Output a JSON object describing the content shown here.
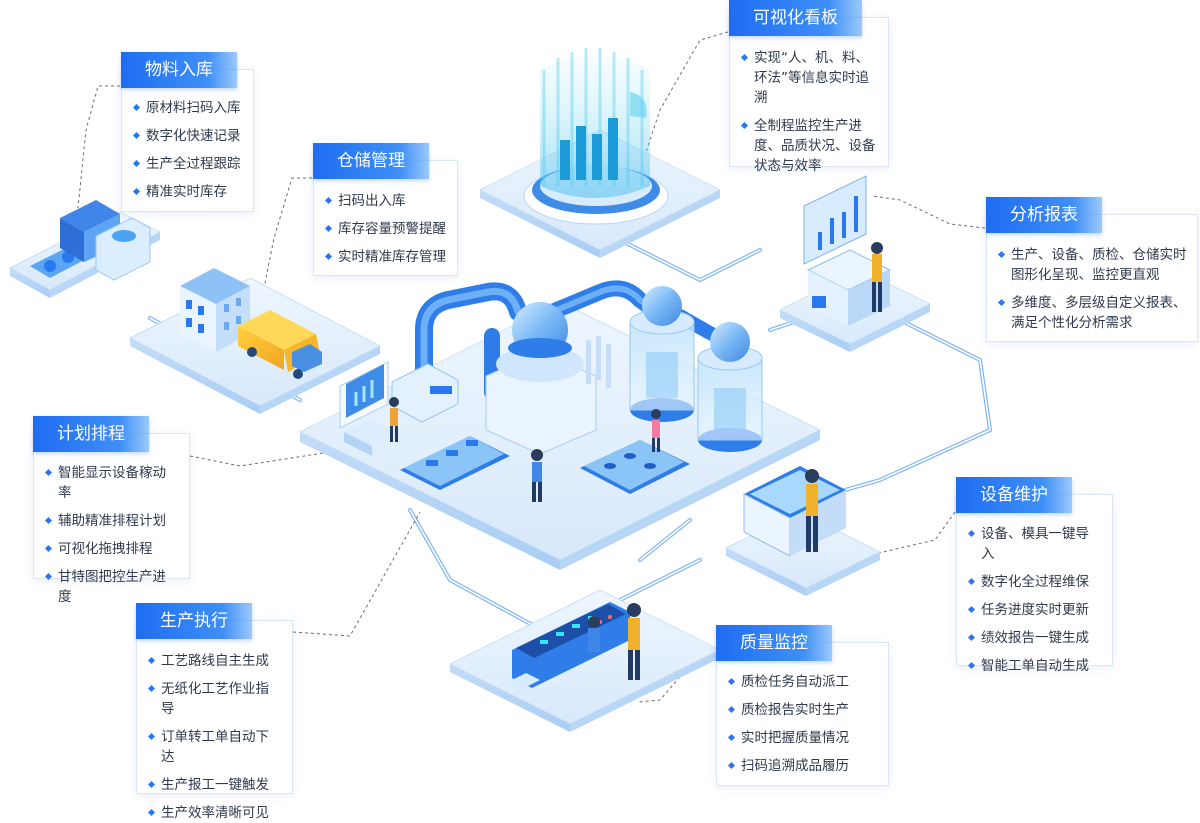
{
  "cards": {
    "materials_in": {
      "title": "物料入库",
      "items": [
        "原材料扫码入库",
        "数字化快速记录",
        "生产全过程跟踪",
        "精准实时库存"
      ]
    },
    "warehouse": {
      "title": "仓储管理",
      "items": [
        "扫码出入库",
        "库存容量预警提醒",
        "实时精准库存管理"
      ]
    },
    "dashboard": {
      "title": "可视化看板",
      "items": [
        "实现“人、机、料、环法”等信息实时追溯",
        "全制程监控生产进度、品质状况、设备状态与效率"
      ]
    },
    "reports": {
      "title": "分析报表",
      "items": [
        "生产、设备、质检、仓储实时图形化呈现、监控更直观",
        "多维度、多层级自定义报表、满足个性化分析需求"
      ]
    },
    "planning": {
      "title": "计划排程",
      "items": [
        "智能显示设备稼动率",
        "辅助精准排程计划",
        "可视化拖拽排程",
        "甘特图把控生产进度"
      ]
    },
    "maintenance": {
      "title": "设备维护",
      "items": [
        "设备、模具一键导入",
        "数字化全过程维保",
        "任务进度实时更新",
        "绩效报告一键生成",
        "智能工单自动生成"
      ]
    },
    "execution": {
      "title": "生产执行",
      "items": [
        "工艺路线自主生成",
        "无纸化工艺作业指导",
        "订单转工单自动下达",
        "生产报工一键触发",
        "生产效率清晰可见"
      ]
    },
    "quality": {
      "title": "质量监控",
      "items": [
        "质检任务自动派工",
        "质检报告实时生产",
        "实时把握质量情况",
        "扫码追溯成品履历"
      ]
    }
  },
  "colors": {
    "accent": "#2a78f0",
    "title_bar": "#1e6df2",
    "platform": "#e3f0fd",
    "pipe": "#7fb6f5",
    "leader": "#666666"
  }
}
